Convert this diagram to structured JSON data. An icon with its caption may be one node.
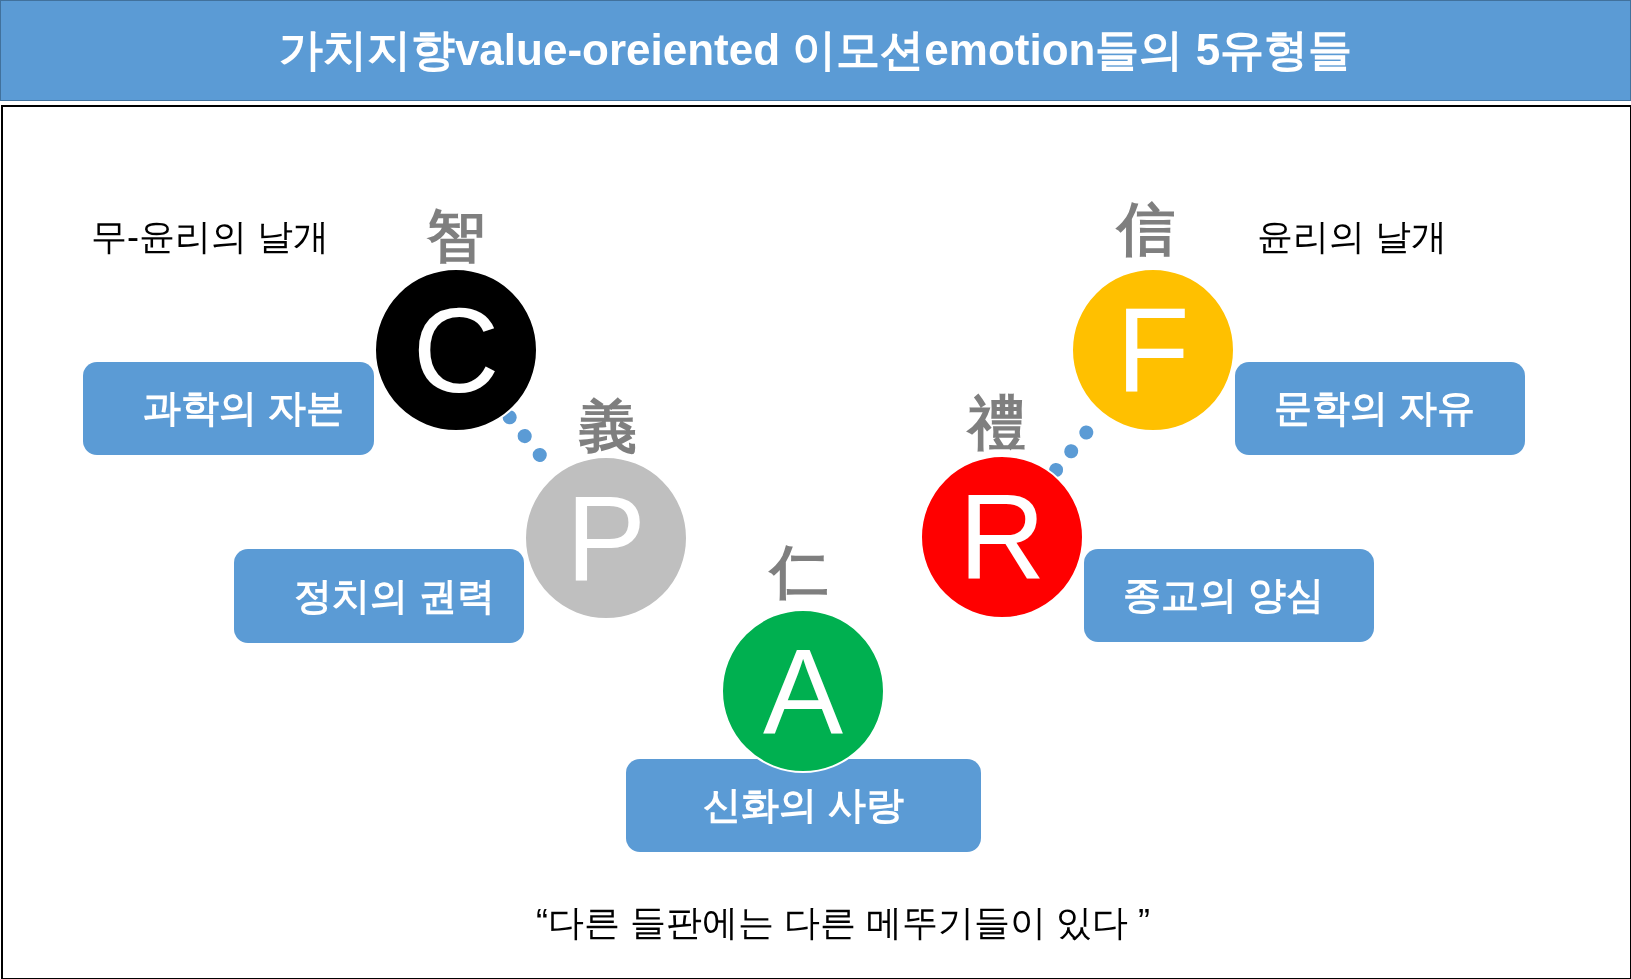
{
  "diagram": {
    "title": "가치지향value-oreiented 이모션emotion들의 5유형들",
    "nodes": [
      {
        "text": [
          "C"
        ],
        "beside": [
          "智"
        ]
      },
      {
        "text": [
          "과학의 자본"
        ]
      },
      {
        "text": [
          "P"
        ],
        "beside": [
          "義"
        ]
      },
      {
        "text": [
          "정치의 권력"
        ]
      },
      {
        "text": [
          "A"
        ],
        "beside": [
          "仁"
        ]
      },
      {
        "text": [
          "신화의 사랑"
        ]
      },
      {
        "text": [
          "R"
        ],
        "beside": [
          "禮"
        ]
      },
      {
        "text": [
          "종교의 양심"
        ]
      },
      {
        "text": [
          "F"
        ],
        "beside": [
          "信"
        ]
      },
      {
        "text": [
          "문학의 자유"
        ]
      }
    ],
    "edges": [
      {
        "from": 0,
        "to": 2,
        "arrow": "none",
        "style": "dashed"
      },
      {
        "from": 6,
        "to": 8,
        "arrow": "none",
        "style": "dashed"
      }
    ],
    "labels": [
      "무-윤리의 날개",
      "윤리의 날개",
      "“다른 들판에는 다른 메뚜기들이 있다 ”"
    ]
  }
}
